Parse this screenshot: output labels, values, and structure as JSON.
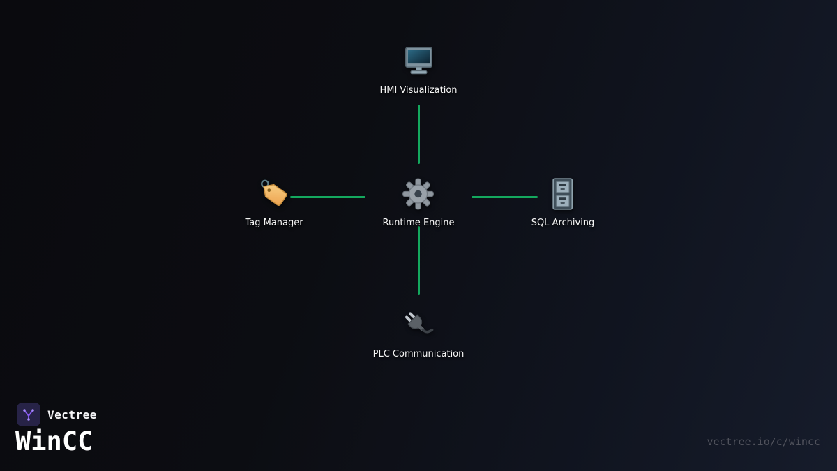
{
  "diagram": {
    "nodes": [
      {
        "id": "hmi-visualization",
        "label": "HMI Visualization",
        "icon": "monitor-icon"
      },
      {
        "id": "tag-manager",
        "label": "Tag Manager",
        "icon": "tag-icon"
      },
      {
        "id": "runtime-engine",
        "label": "Runtime Engine",
        "icon": "gear-icon"
      },
      {
        "id": "sql-archiving",
        "label": "SQL Archiving",
        "icon": "file-cabinet-icon"
      },
      {
        "id": "plc-communication",
        "label": "PLC Communication",
        "icon": "plug-icon"
      }
    ],
    "edges": [
      {
        "from": "runtime-engine",
        "to": "hmi-visualization"
      },
      {
        "from": "runtime-engine",
        "to": "tag-manager"
      },
      {
        "from": "runtime-engine",
        "to": "sql-archiving"
      },
      {
        "from": "runtime-engine",
        "to": "plc-communication"
      }
    ],
    "colors": {
      "edge": "#14a85e",
      "background_start": "#0a0a0e",
      "background_end": "#161c2b",
      "accent_purple": "#8b5cf6"
    }
  },
  "branding": {
    "brand_name": "Vectree",
    "page_title": "WinCC",
    "url": "vectree.io/c/wincc"
  }
}
